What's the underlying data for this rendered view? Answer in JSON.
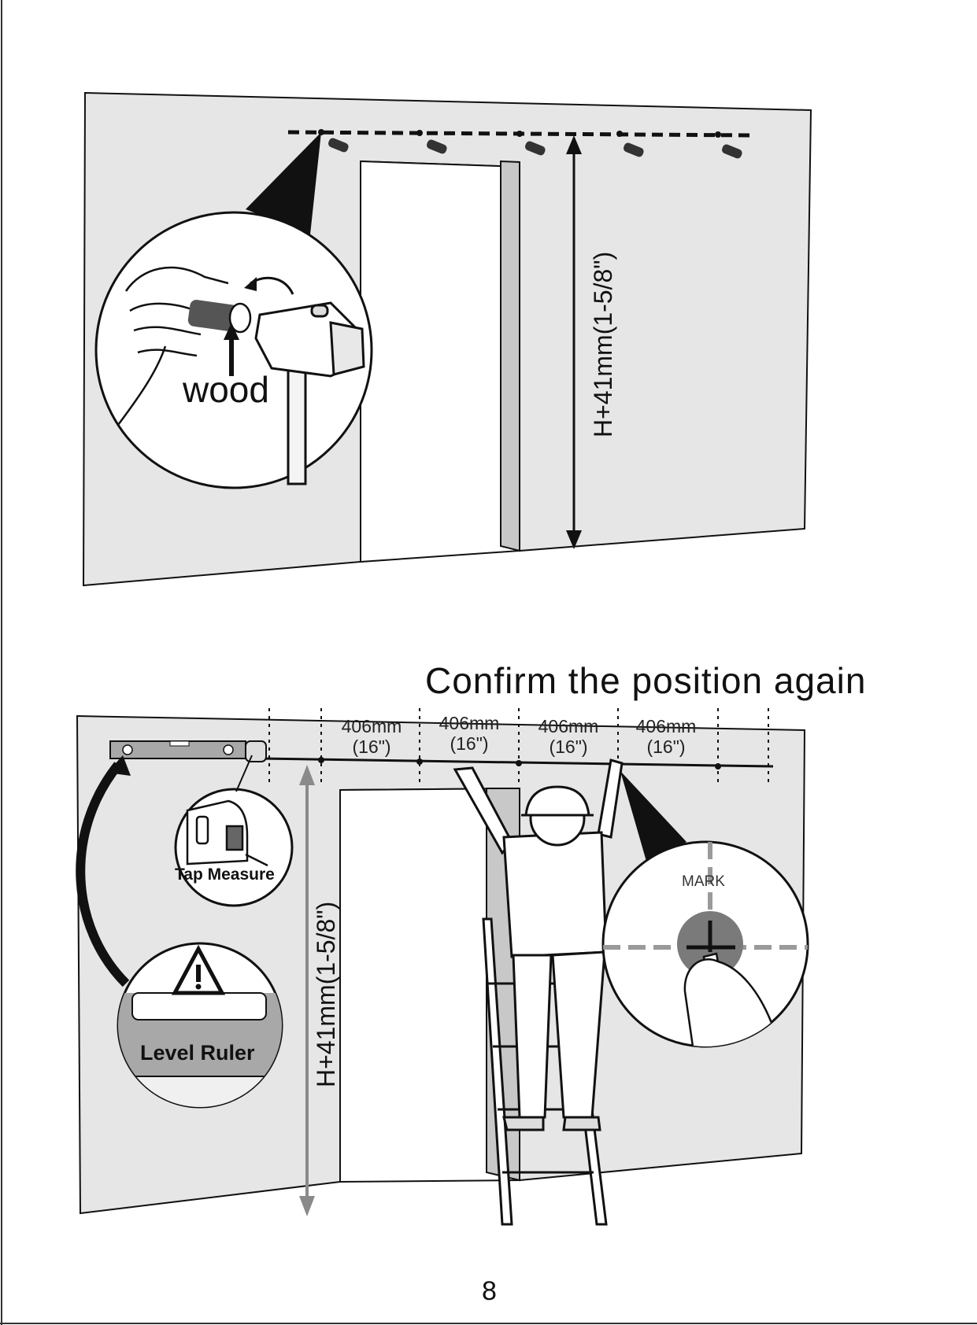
{
  "heading": "Confirm the position again",
  "page_number": "8",
  "top_figure": {
    "callout_label": "wood",
    "height_label": "H+41mm(1-5/8\")"
  },
  "bottom_figure": {
    "spacings": [
      {
        "mm": "406mm",
        "inch": "(16\")"
      },
      {
        "mm": "406mm",
        "inch": "(16\")"
      },
      {
        "mm": "406mm",
        "inch": "(16\")"
      },
      {
        "mm": "406mm",
        "inch": "(16\")"
      }
    ],
    "tape_label": "Tap Measure",
    "level_label": "Level Ruler",
    "mark_label": "MARK",
    "height_label": "H+41mm(1-5/8\")"
  },
  "colors": {
    "wall": "#e6e6e6",
    "wall_shadow": "#c8c8c8",
    "ink": "#111111",
    "mark_circle": "#7a7a7a",
    "guide_dash": "#9a9a9a",
    "level_fill": "#a8a8a8"
  },
  "icons": [
    "hammer-icon",
    "hand-icon",
    "dowel-icon",
    "tape-measure-icon",
    "level-ruler-icon",
    "warning-icon",
    "pencil-icon",
    "worker-icon",
    "ladder-icon"
  ]
}
